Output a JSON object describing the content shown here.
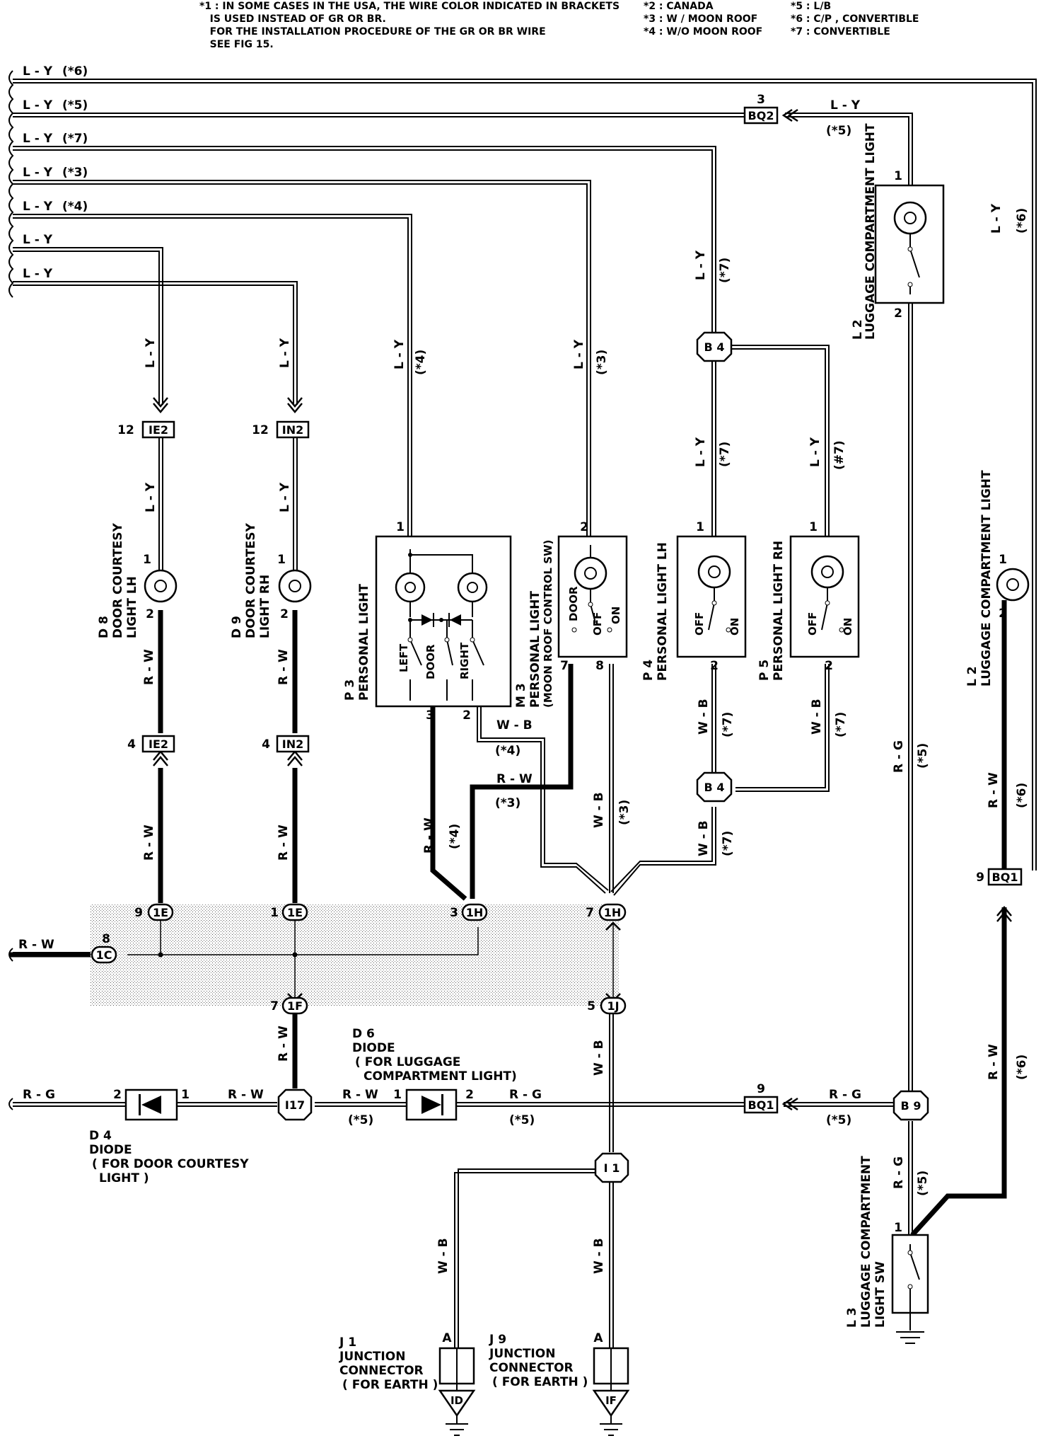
{
  "notes": {
    "n1a": "*1 : IN SOME CASES IN THE USA, THE WIRE COLOR INDICATED IN BRACKETS",
    "n1b": "IS USED INSTEAD OF GR OR BR.",
    "n1c": "FOR THE INSTALLATION PROCEDURE OF THE GR OR BR WIRE",
    "n1d": "SEE FIG 15.",
    "n2": "*2 : CANADA",
    "n3": "*3 : W / MOON ROOF",
    "n4": "*4 : W/O MOON ROOF",
    "n5": "*5 : L/B",
    "n6": "*6 : C/P , CONVERTIBLE",
    "n7": "*7 : CONVERTIBLE"
  },
  "wire_colors": {
    "ly": "L - Y",
    "rw": "R - W",
    "rg": "R - G",
    "wb": "W - B"
  },
  "variants": {
    "v3": "(*3)",
    "v4": "(*4)",
    "v5": "(*5)",
    "v6": "(*6)",
    "v7": "(*7)",
    "v7alt": "(*7)",
    "v7b": "(#7)"
  },
  "connectors": {
    "ie2": "IE2",
    "in2": "IN2",
    "bq1": "BQ1",
    "bq2": "BQ2",
    "c1e": "1E",
    "c1h": "1H",
    "c1c": "1C",
    "c1f": "1F",
    "c1j": "1J",
    "b4": "B 4",
    "b9": "B 9",
    "i17": "I17",
    "i1": "I 1",
    "id": "ID",
    "if": "IF",
    "a": "A"
  },
  "pins": {
    "p1": "1",
    "p2": "2",
    "p3": "3",
    "p4": "4",
    "p7": "7",
    "p8": "8",
    "p9": "9",
    "p12": "12",
    "p5": "5"
  },
  "components": {
    "d8": {
      "code": "D 8",
      "name1": "DOOR COURTESY",
      "name2": "LIGHT LH"
    },
    "d9": {
      "code": "D 9",
      "name1": "DOOR COURTESY",
      "name2": "LIGHT RH"
    },
    "p3": {
      "code": "P 3",
      "name1": "PERSONAL LIGHT",
      "left": "LEFT",
      "door": "DOOR",
      "right": "RIGHT"
    },
    "m3": {
      "code": "M 3",
      "name1": "PERSONAL LIGHT",
      "name2": "(MOON ROOF CONTROL SW)",
      "door": "DOOR",
      "off": "OFF",
      "on": "ON"
    },
    "p4": {
      "code": "P 4",
      "name1": "PERSONAL LIGHT LH",
      "off": "OFF",
      "on": "ON"
    },
    "p5": {
      "code": "P 5",
      "name1": "PERSONAL LIGHT RH",
      "off": "OFF",
      "on": "ON"
    },
    "l2a": {
      "code": "L 2",
      "name1": "LUGGAGE COMPARTMENT LIGHT"
    },
    "l2b": {
      "code": "L 2",
      "name1": "LUGGAGE COMPARTMENT LIGHT"
    },
    "l3": {
      "code": "L 3",
      "name1": "LUGGAGE COMPARTMENT",
      "name2": "LIGHT SW"
    },
    "d6": {
      "code": "D 6",
      "name1": "DIODE",
      "name2": "( FOR LUGGAGE",
      "name3": "COMPARTMENT LIGHT)"
    },
    "d4": {
      "code": "D 4",
      "name1": "DIODE",
      "name2": "( FOR DOOR COURTESY",
      "name3": "LIGHT )"
    },
    "j1": {
      "code": "J 1",
      "name1": "JUNCTION",
      "name2": "CONNECTOR",
      "name3": "( FOR EARTH )"
    },
    "j9": {
      "code": "J 9",
      "name1": "JUNCTION",
      "name2": "CONNECTOR",
      "name3": "( FOR EARTH )"
    }
  }
}
